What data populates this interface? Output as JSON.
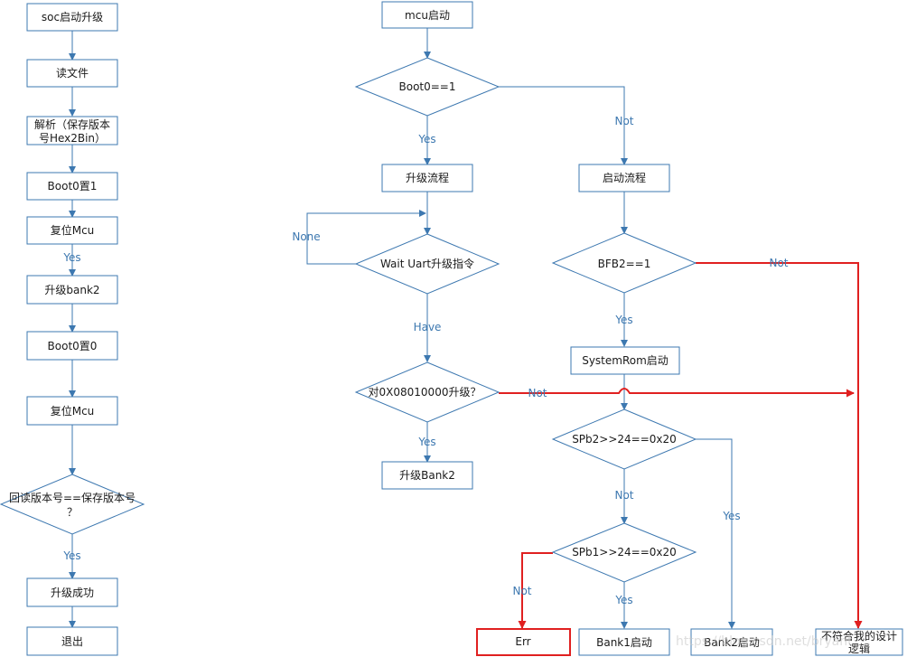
{
  "soc_flow": {
    "start": "soc启动升级",
    "read_file": "读文件",
    "parse_line1": "解析（保存版本",
    "parse_line2": "号Hex2Bin）",
    "set_boot0_1": "Boot0置1",
    "reset_mcu_1": "复位Mcu",
    "yes_after_reset": "Yes",
    "upgrade_bank2": "升级bank2",
    "set_boot0_0": "Boot0置0",
    "reset_mcu_2": "复位Mcu",
    "check_version_line1": "回读版本号==保存版本号",
    "check_version_line2": "？",
    "yes_check": "Yes",
    "success": "升级成功",
    "exit": "退出"
  },
  "mcu_flow": {
    "start": "mcu启动",
    "boot0_check": "Boot0==1",
    "yes_boot0": "Yes",
    "not_boot0": "Not",
    "upgrade_process": "升级流程",
    "boot_process": "启动流程",
    "wait_uart": "Wait  Uart升级指令",
    "none_label": "None",
    "have_label": "Have",
    "addr_check": "对0X08010000升级？",
    "yes_addr": "Yes",
    "not_addr": "Not",
    "upgrade_bank2": "升级Bank2",
    "bfb2_check": "BFB2==1",
    "yes_bfb2": "Yes",
    "not_bfb2": "Not",
    "systemrom": "SystemRom启动",
    "spb2_check": "SPb2>>24==0x20",
    "not_spb2": "Not",
    "yes_spb2": "Yes",
    "spb1_check": "SPb1>>24==0x20",
    "not_spb1": "Not",
    "yes_spb1": "Yes",
    "err": "Err",
    "bank1_start": "Bank1启动",
    "bank2_start": "Bank2启动",
    "design_line1": "不符合我的设计",
    "design_line2": "逻辑"
  },
  "watermark": "https://blog.csdn.net/bryant_...",
  "colors": {
    "node_border": "#3d78b0",
    "edge": "#3d78b0",
    "error_edge": "#e02020",
    "text": "#1a1a1a"
  }
}
